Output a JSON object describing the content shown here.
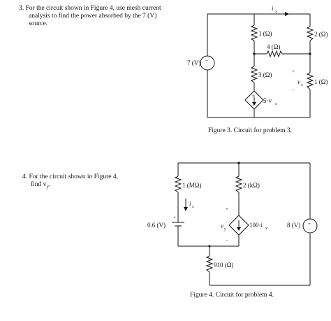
{
  "problem3": {
    "line1": "3. For the circuit shown in Figure 4, use mesh current",
    "line2": "analysis to find the power absorbed by the 7 (V)",
    "line3": "source.",
    "caption": "Figure 3.  Circuit for problem 3.",
    "labels": {
      "ix": "i",
      "ix_sub": "x",
      "v7": "7 (V)",
      "r1": "1 (Ω)",
      "r2": "2 (Ω)",
      "r4": "4 (Ω)",
      "r3": "3 (Ω)",
      "r1b": "1 (Ω)",
      "vx": "v",
      "vx_sub": "x",
      "plus": "+",
      "minus": "−",
      "dep": "5·v",
      "dep_sub": "x"
    }
  },
  "problem4": {
    "line1": "4. For the circuit shown in Figure 4,",
    "line2": "find v",
    "line2_sub": "y",
    "line2_end": ".",
    "caption": "Figure 4.  Circuit for problem 4.",
    "labels": {
      "r1m": "1 (MΩ)",
      "r2k": "2 (kΩ)",
      "ix": "i",
      "ix_sub": "x",
      "v06": "0.6 (V)",
      "vy": "v",
      "vy_sub": "y",
      "dep": "100·i",
      "dep_sub": "x",
      "v8": "8 (V)",
      "r910": "910 (Ω)",
      "plus": "+",
      "minus": "−"
    }
  }
}
